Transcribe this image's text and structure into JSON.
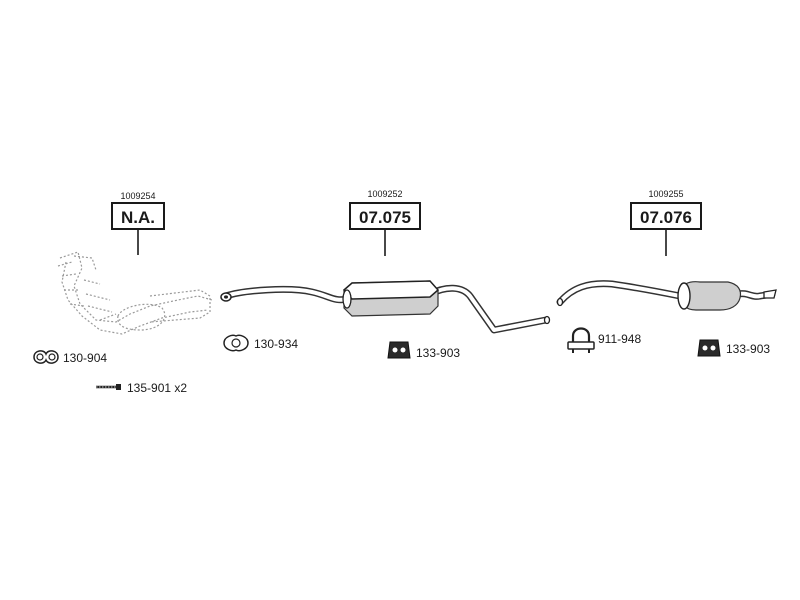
{
  "assemblies": [
    {
      "ref": "1009254",
      "code": "N.A."
    },
    {
      "ref": "1009252",
      "code": "07.075"
    },
    {
      "ref": "1009255",
      "code": "07.076"
    }
  ],
  "parts": {
    "gasket_a": "130-904",
    "bolt": "135-901 x2",
    "gasket_b": "130-934",
    "hanger_a": "133-903",
    "clamp": "911-948",
    "hanger_b": "133-903"
  }
}
